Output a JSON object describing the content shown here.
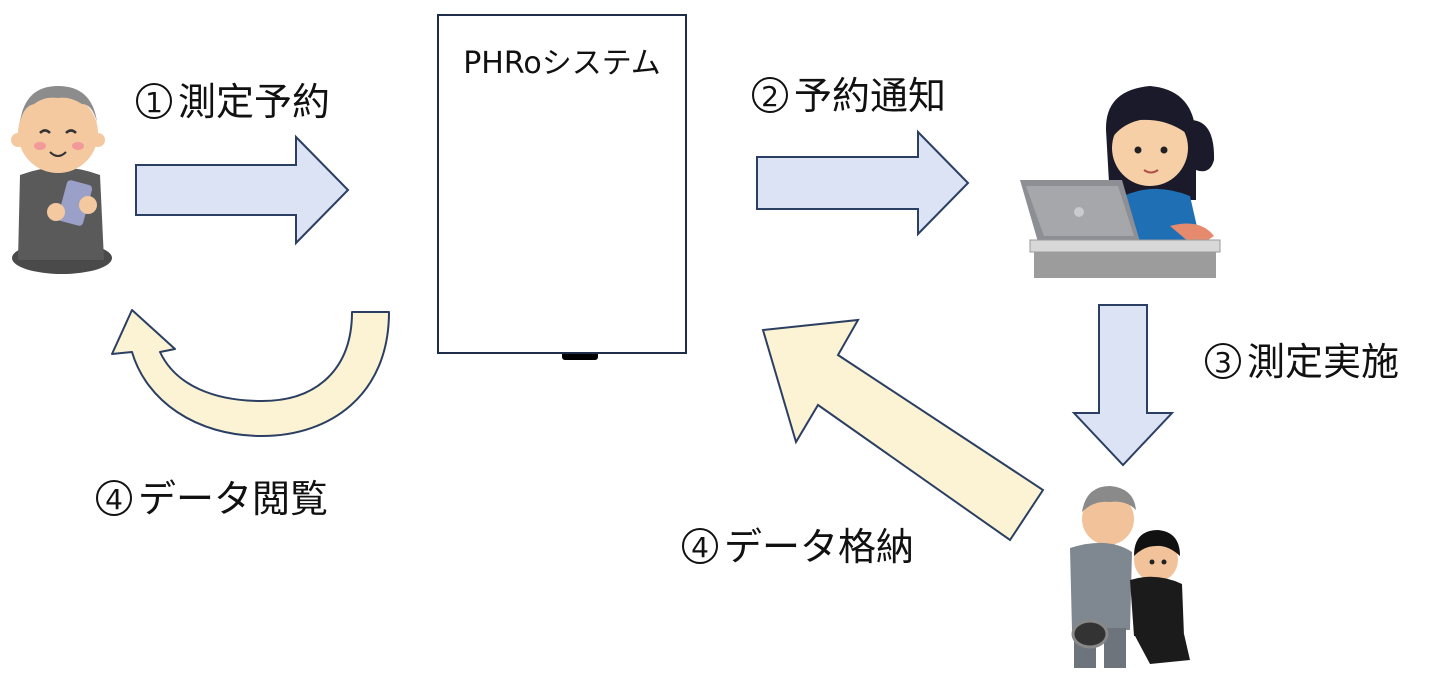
{
  "system": {
    "title": "PHRoシステム"
  },
  "steps": [
    {
      "num": "1",
      "text": "測定予約"
    },
    {
      "num": "2",
      "text": "予約通知"
    },
    {
      "num": "3",
      "text": "測定実施"
    },
    {
      "num": "4",
      "text": "データ閲覧"
    },
    {
      "num": "4",
      "text": "データ格納"
    }
  ],
  "icons": [
    "elderly-user-with-phone-icon",
    "database-icon",
    "lock-icon",
    "operator-at-laptop-icon",
    "trainer-measuring-elderly-icon"
  ],
  "colors": {
    "flow_arrow": "#dce3f4",
    "return_arrow": "#fcf3d4",
    "arrow_stroke": "#2b3f63",
    "box_border": "#1e2d4a"
  }
}
